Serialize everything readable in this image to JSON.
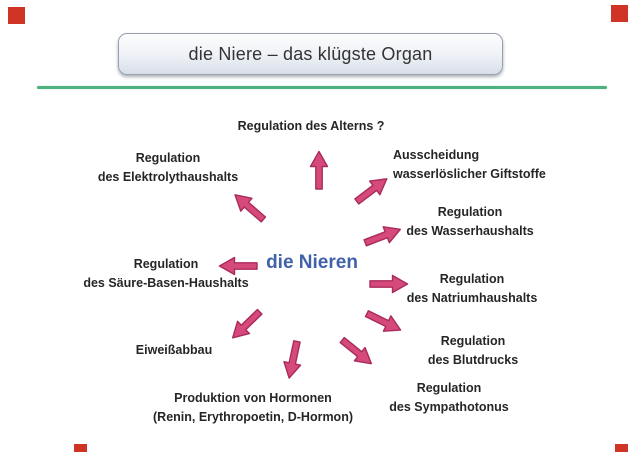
{
  "header": {
    "title": "die Niere – das klügste Organ"
  },
  "diagram": {
    "center_label": "die Nieren",
    "spokes": [
      {
        "id": "alterns",
        "lines": [
          "Regulation des Alterns ?"
        ]
      },
      {
        "id": "ausscheidung",
        "lines": [
          "Ausscheidung",
          "wasserlöslicher Giftstoffe"
        ]
      },
      {
        "id": "wasserhaushalt",
        "lines": [
          "Regulation",
          "des Wasserhaushalts"
        ]
      },
      {
        "id": "natriumhaushalt",
        "lines": [
          "Regulation",
          "des Natriumhaushalts"
        ]
      },
      {
        "id": "blutdruck",
        "lines": [
          "Regulation",
          "des Blutdrucks"
        ]
      },
      {
        "id": "sympathotonus",
        "lines": [
          "Regulation",
          "des Sympathotonus"
        ]
      },
      {
        "id": "hormone",
        "lines": [
          "Produktion von Hormonen",
          "(Renin, Erythropoetin, D-Hormon)"
        ]
      },
      {
        "id": "eiweissabbau",
        "lines": [
          "Eiweißabbau"
        ]
      },
      {
        "id": "saeure_basen",
        "lines": [
          "Regulation",
          "des Säure-Basen-Haushalts"
        ]
      },
      {
        "id": "elektrolyt",
        "lines": [
          "Regulation",
          "des Elektrolythaushalts"
        ]
      }
    ]
  },
  "colors": {
    "arrow_fill": "#d6497b",
    "arrow_stroke": "#a92a5c",
    "center_text": "#4161a9",
    "title_text": "#333333",
    "label_text": "#262626",
    "divider_green": "#4fb27e",
    "corner_marker": "#cf3427",
    "title_box_border": "#97a1ad",
    "title_box_top": "#fdfdfe",
    "title_box_bottom": "#d8dfe9"
  }
}
